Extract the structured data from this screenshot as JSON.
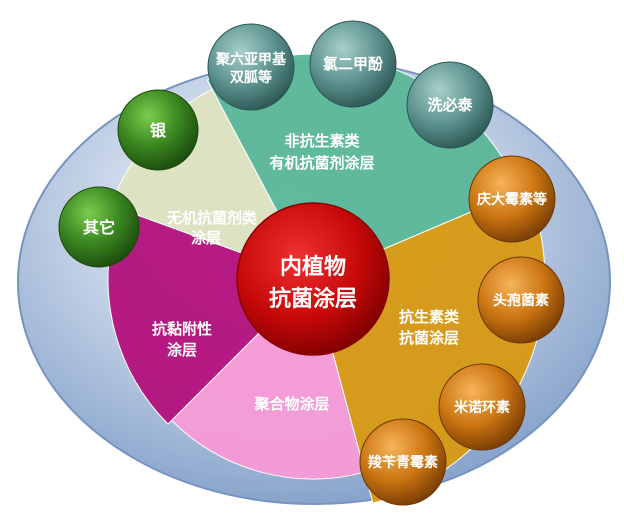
{
  "center": {
    "line1": "内植物",
    "line2": "抗菌涂层"
  },
  "sectors": {
    "nonantibiotic": {
      "line1": "非抗生素类",
      "line2": "有机抗菌剂涂层",
      "color": "#5cb89a"
    },
    "antibiotic": {
      "line1": "抗生素类",
      "line2": "抗菌涂层",
      "color": "#d79a16"
    },
    "polymer": {
      "line1": "聚合物涂层",
      "color": "#f59bd8"
    },
    "antiadhesion": {
      "line1": "抗黏附性",
      "line2": "涂层",
      "color": "#b4157f"
    },
    "inorganic": {
      "line1": "无机抗菌剂类",
      "line2": "涂层",
      "color": "#dde3c1"
    }
  },
  "bubbles": {
    "polyhexamethylene": {
      "line1": "聚六亚甲基",
      "line2": "双胍等"
    },
    "chloroxylenol": {
      "line1": "氯二甲酚"
    },
    "chlorhexidine": {
      "line1": "洗必泰"
    },
    "silver": {
      "line1": "银"
    },
    "others": {
      "line1": "其它"
    },
    "gentamicin": {
      "line1": "庆大霉素等"
    },
    "cephalosporin": {
      "line1": "头孢菌素"
    },
    "minocycline": {
      "line1": "米诺环素"
    },
    "carbenicillin": {
      "line1": "羧苄青霉素"
    }
  },
  "colors": {
    "ellipse": "#8ba8cf",
    "center": "#cc0a0a",
    "bubble_teal": "#6a9a96",
    "bubble_green": "#3d8a21",
    "bubble_orange": "#c87412"
  }
}
